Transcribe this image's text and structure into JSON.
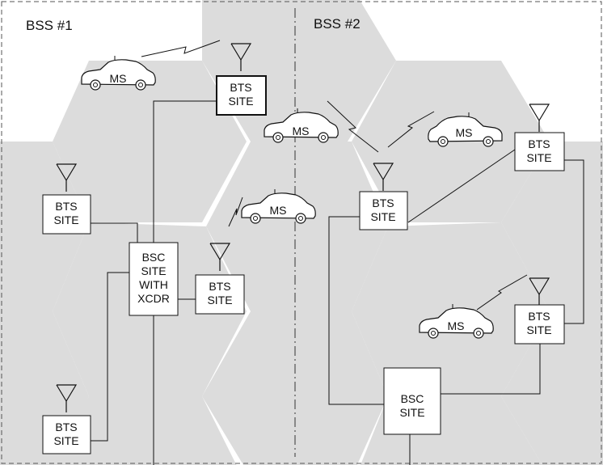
{
  "regions": [
    {
      "label": "BSS #1"
    },
    {
      "label": "BSS #2"
    }
  ],
  "bts_sites": [
    {
      "line1": "BTS",
      "line2": "SITE"
    },
    {
      "line1": "BTS",
      "line2": "SITE"
    },
    {
      "line1": "BTS",
      "line2": "SITE"
    },
    {
      "line1": "BTS",
      "line2": "SITE"
    },
    {
      "line1": "BTS",
      "line2": "SITE"
    },
    {
      "line1": "BTS",
      "line2": "SITE"
    },
    {
      "line1": "BTS",
      "line2": "SITE"
    }
  ],
  "bsc_xcdr": {
    "line1": "BSC",
    "line2": "SITE",
    "line3": "WITH",
    "line4": "XCDR"
  },
  "bsc_site": {
    "line1": "BSC",
    "line2": "SITE"
  },
  "mobile_stations": [
    {
      "label": "MS"
    },
    {
      "label": "MS"
    },
    {
      "label": "MS"
    },
    {
      "label": "MS"
    },
    {
      "label": "MS"
    }
  ],
  "colors": {
    "cell_fill": "#dcdcdc",
    "line": "#111111",
    "background": "#ffffff"
  }
}
